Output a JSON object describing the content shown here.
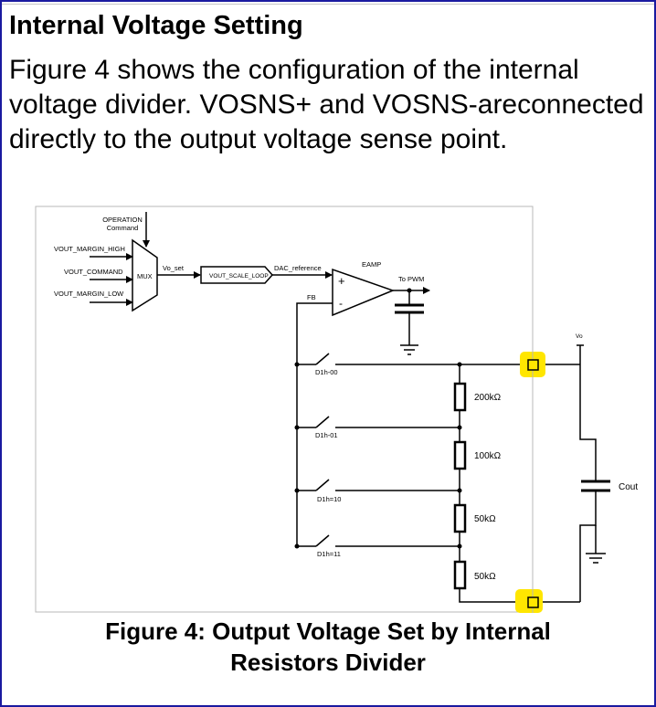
{
  "heading": "Internal Voltage Setting",
  "paragraph": "Figure 4 shows the configuration of the internal voltage divider. VOSNS+ and VOSNS-areconnected directly to the output voltage sense point.",
  "caption_line1": "Figure 4: Output Voltage Set by Internal",
  "caption_line2": "Resistors Divider",
  "diagram": {
    "operation_line1": "OPERATION",
    "operation_line2": "Command",
    "inputs": [
      "VOUT_MARGIN_HIGH",
      "VOUT_COMMAND",
      "VOUT_MARGIN_LOW"
    ],
    "mux": "MUX",
    "vo_set": "Vo_set",
    "scale_loop": "VOUT_SCALE_LOOP",
    "dac_reference": "DAC_reference",
    "eamp": "EAMP",
    "plus": "+",
    "minus": "-",
    "fb": "FB",
    "to_pwm": "To PWM",
    "vo": "Vo",
    "switches": [
      "D1h-00",
      "D1h-01",
      "D1h=10",
      "D1h=11"
    ],
    "resistors": [
      "200kΩ",
      "100kΩ",
      "50kΩ",
      "50kΩ"
    ],
    "cout": "Cout",
    "highlight_color": "#ffe600"
  }
}
